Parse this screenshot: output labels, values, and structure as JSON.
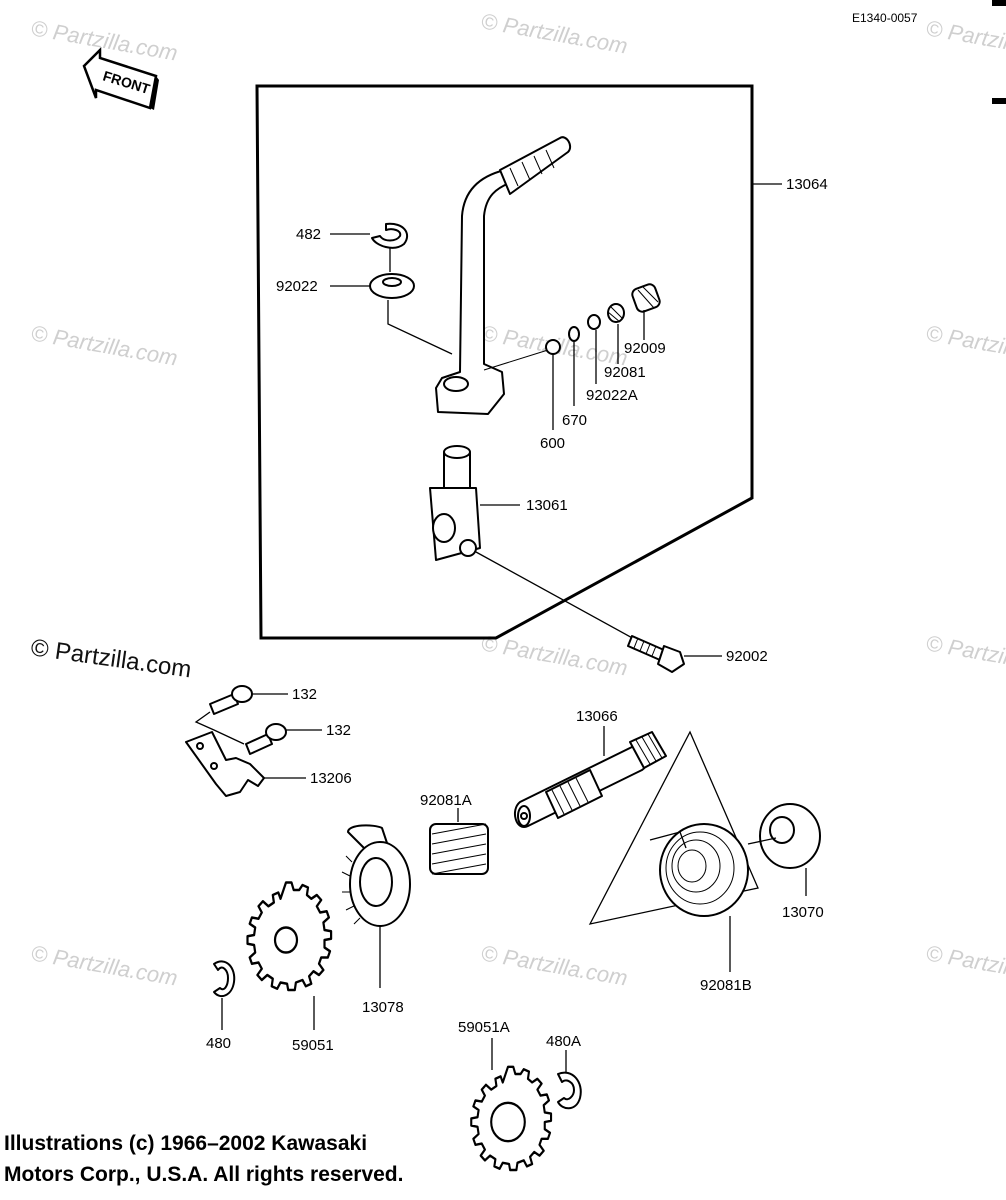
{
  "diagram_code": "E1340-0057",
  "front_marker": "FRONT",
  "watermark": {
    "text": "© Partzilla.com",
    "text_repeated": "Partzilla.com"
  },
  "callouts": {
    "p13064": "13064",
    "p482": "482",
    "p92022": "92022",
    "p92009": "92009",
    "p92081": "92081",
    "p92022A": "92022A",
    "p670": "670",
    "p600": "600",
    "p13061": "13061",
    "p92002": "92002",
    "p132a": "132",
    "p132b": "132",
    "p13206": "13206",
    "p13066": "13066",
    "p92081A": "92081A",
    "p13070": "13070",
    "p92081B": "92081B",
    "p13078": "13078",
    "p480": "480",
    "p59051": "59051",
    "p59051A": "59051A",
    "p480A": "480A"
  },
  "copyright": {
    "line1": "Illustrations (c) 1966–2002 Kawasaki",
    "line2": "Motors Corp., U.S.A.  All rights reserved."
  }
}
